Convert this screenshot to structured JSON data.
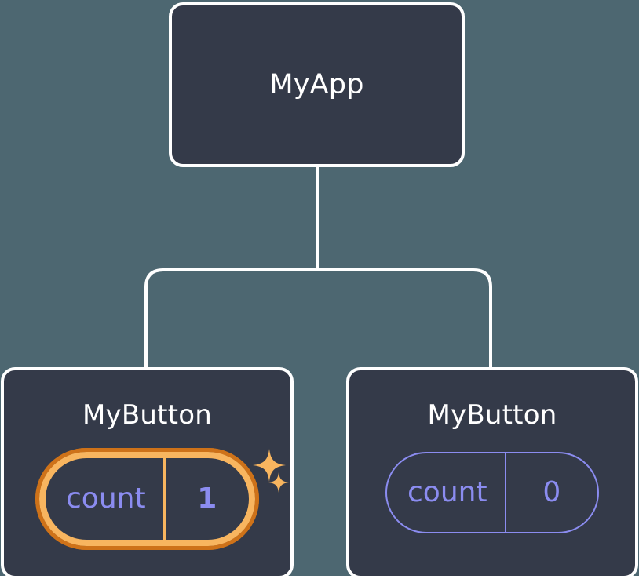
{
  "diagram": {
    "type": "component-tree",
    "background_color": "#4d6771",
    "node_fill": "#343a49",
    "node_border": "#ffffff",
    "accent_active": "#f8b55f",
    "accent_active_outer": "#ce7219",
    "accent_state": "#8b8cf0",
    "connector_color": "#ffffff"
  },
  "root": {
    "title": "MyApp"
  },
  "children": [
    {
      "title": "MyButton",
      "state": {
        "key": "count",
        "value": "1",
        "highlighted": true,
        "sparkle_large": "sparkle-icon",
        "sparkle_small": "sparkle-icon"
      }
    },
    {
      "title": "MyButton",
      "state": {
        "key": "count",
        "value": "0",
        "highlighted": false
      }
    }
  ]
}
